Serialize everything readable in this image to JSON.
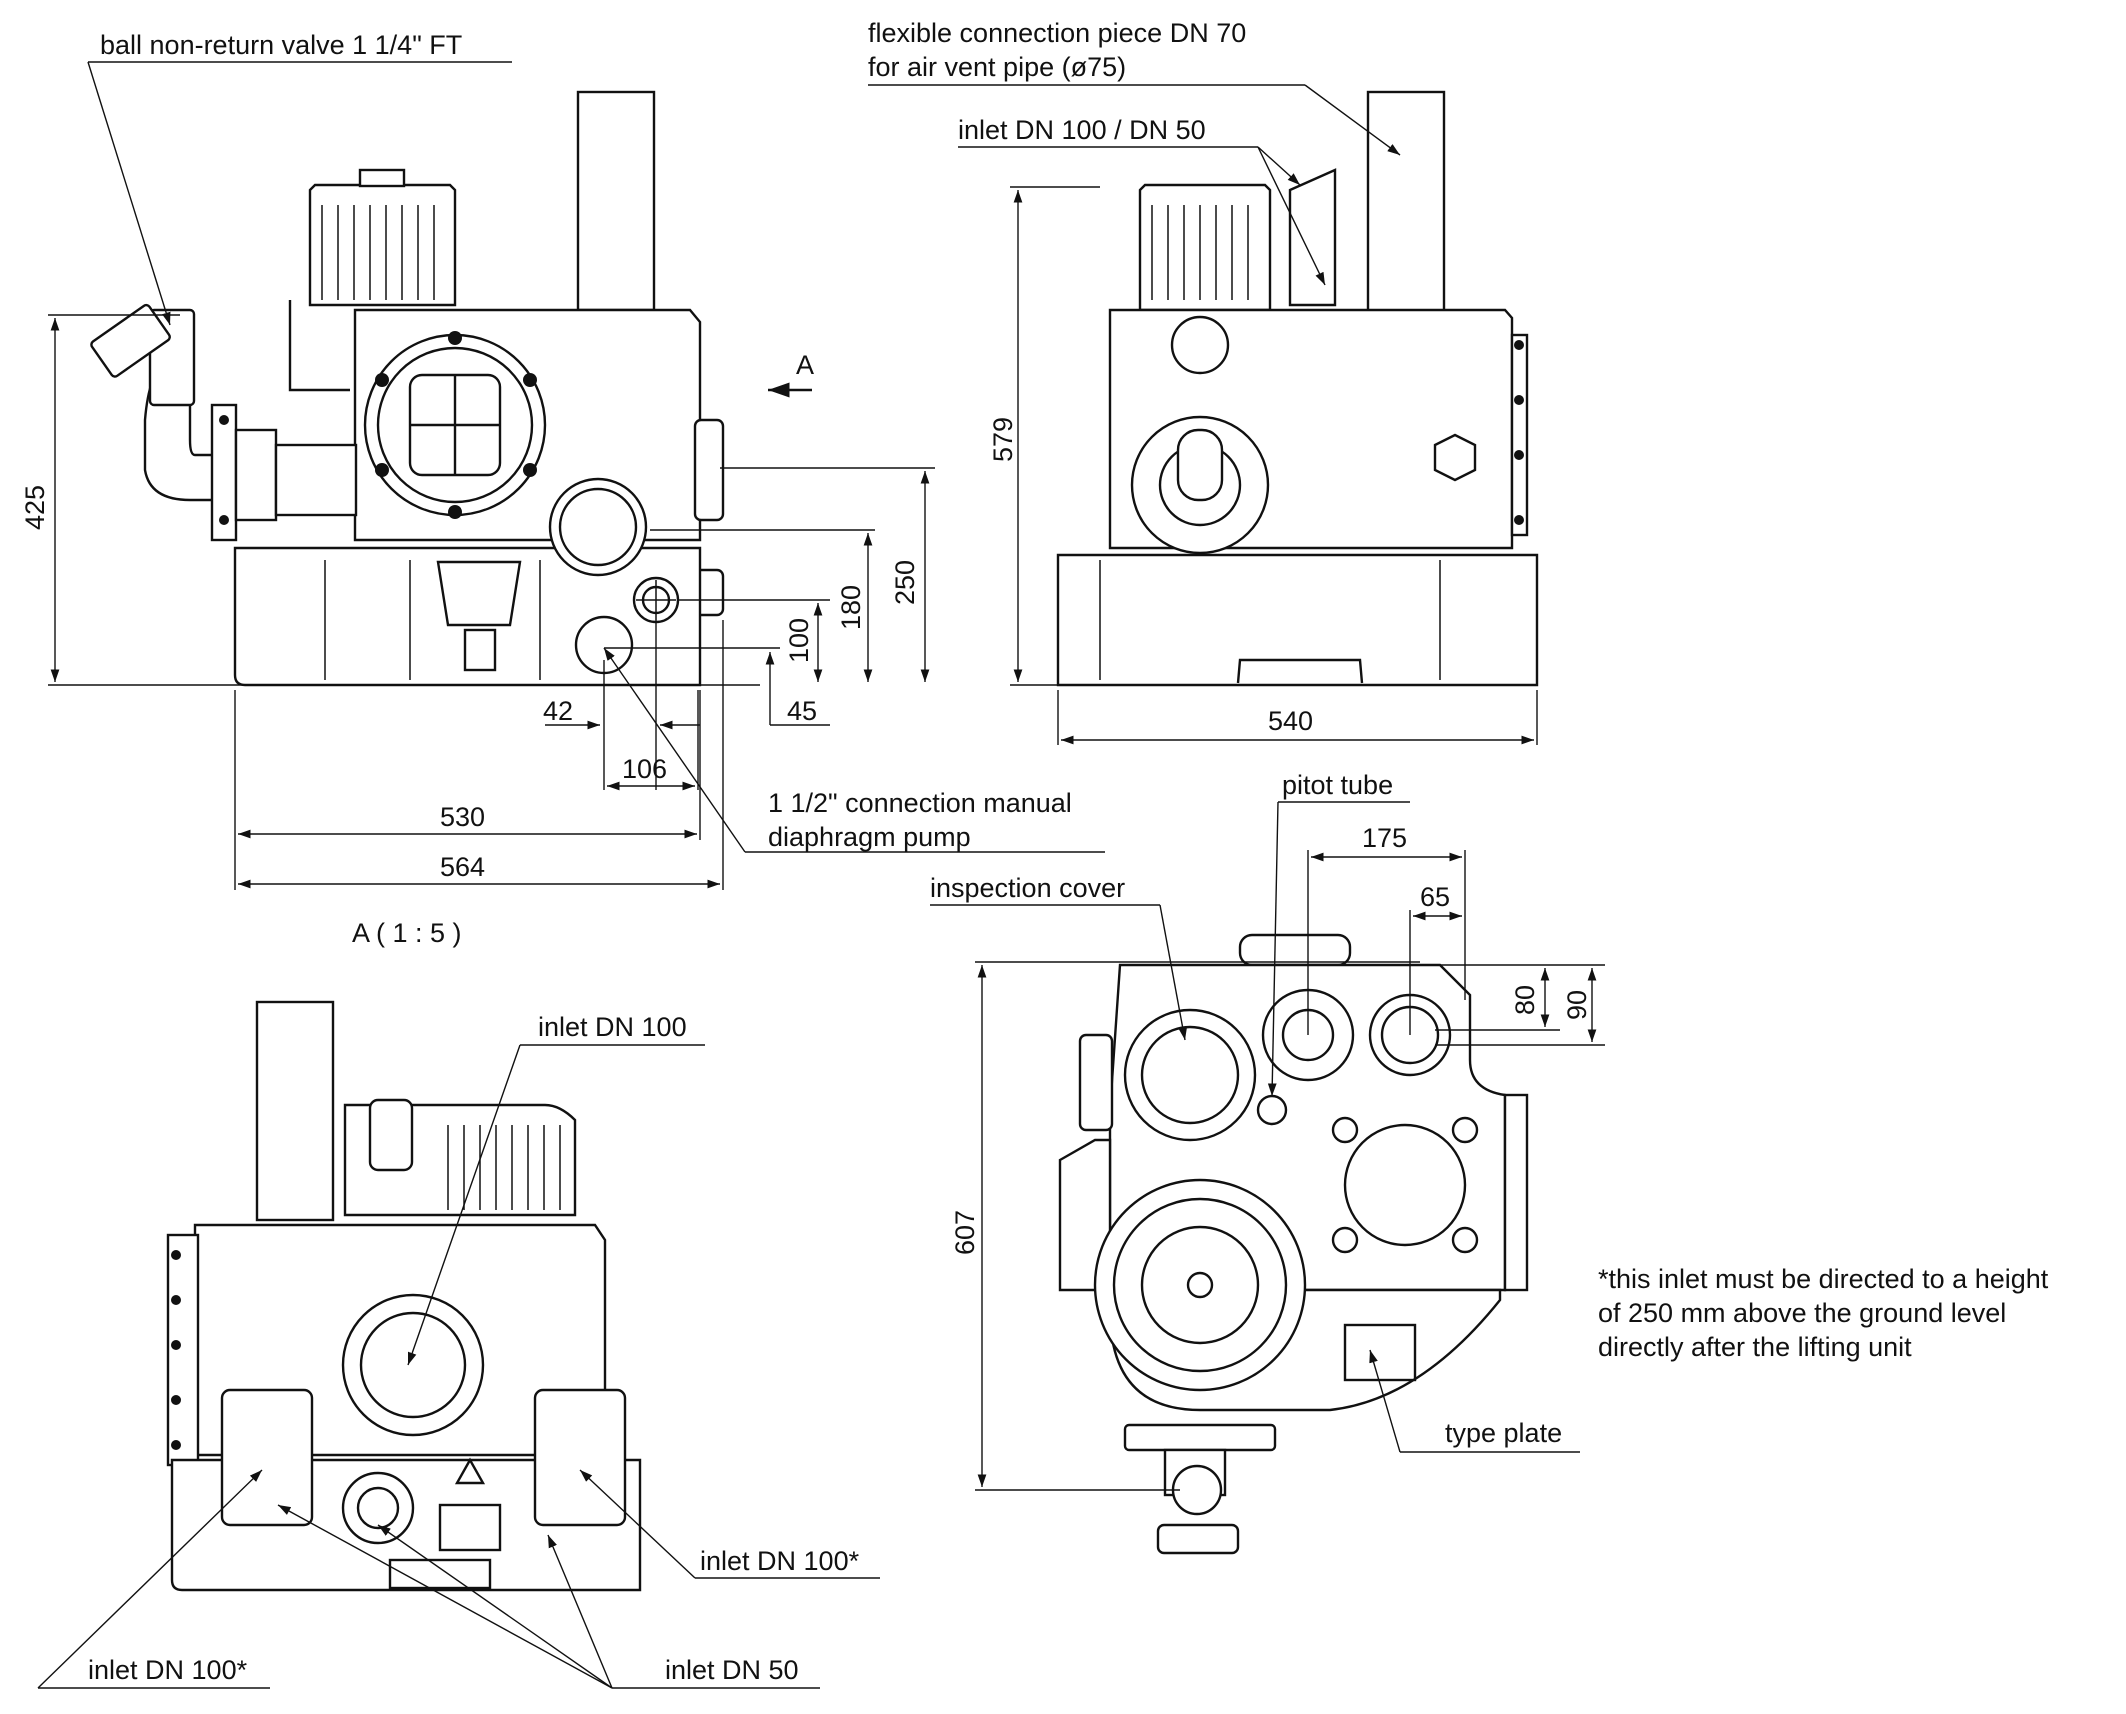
{
  "callouts": {
    "ball_valve": "ball non-return valve 1 1/4\" FT",
    "flex_connection_1": "flexible connection piece DN 70",
    "flex_connection_2": "for air vent pipe (ø75)",
    "inlet_top": "inlet DN 100 / DN 50",
    "diaphragm_1": "1 1/2\" connection manual",
    "diaphragm_2": "diaphragm pump",
    "pitot_tube": "pitot tube",
    "inspection_cover": "inspection cover",
    "inlet_dn100": "inlet DN 100",
    "inlet_dn100_star_right": "inlet DN 100*",
    "inlet_dn100_star_left": "inlet DN 100*",
    "inlet_dn50": "inlet DN 50",
    "type_plate": "type plate",
    "view_label": "A ( 1 : 5 )",
    "arrow_label": "A"
  },
  "footnote": "*this inlet must be directed to a height\nof 250 mm above the ground level\ndirectly after the lifting unit",
  "dimensions": {
    "front_height": "425",
    "d250": "250",
    "d180": "180",
    "d100": "100",
    "d42": "42",
    "d45": "45",
    "d106": "106",
    "d530": "530",
    "d564": "564",
    "side_height": "579",
    "side_width": "540",
    "d175": "175",
    "d65": "65",
    "d80": "80",
    "d90": "90",
    "top_height": "607"
  }
}
